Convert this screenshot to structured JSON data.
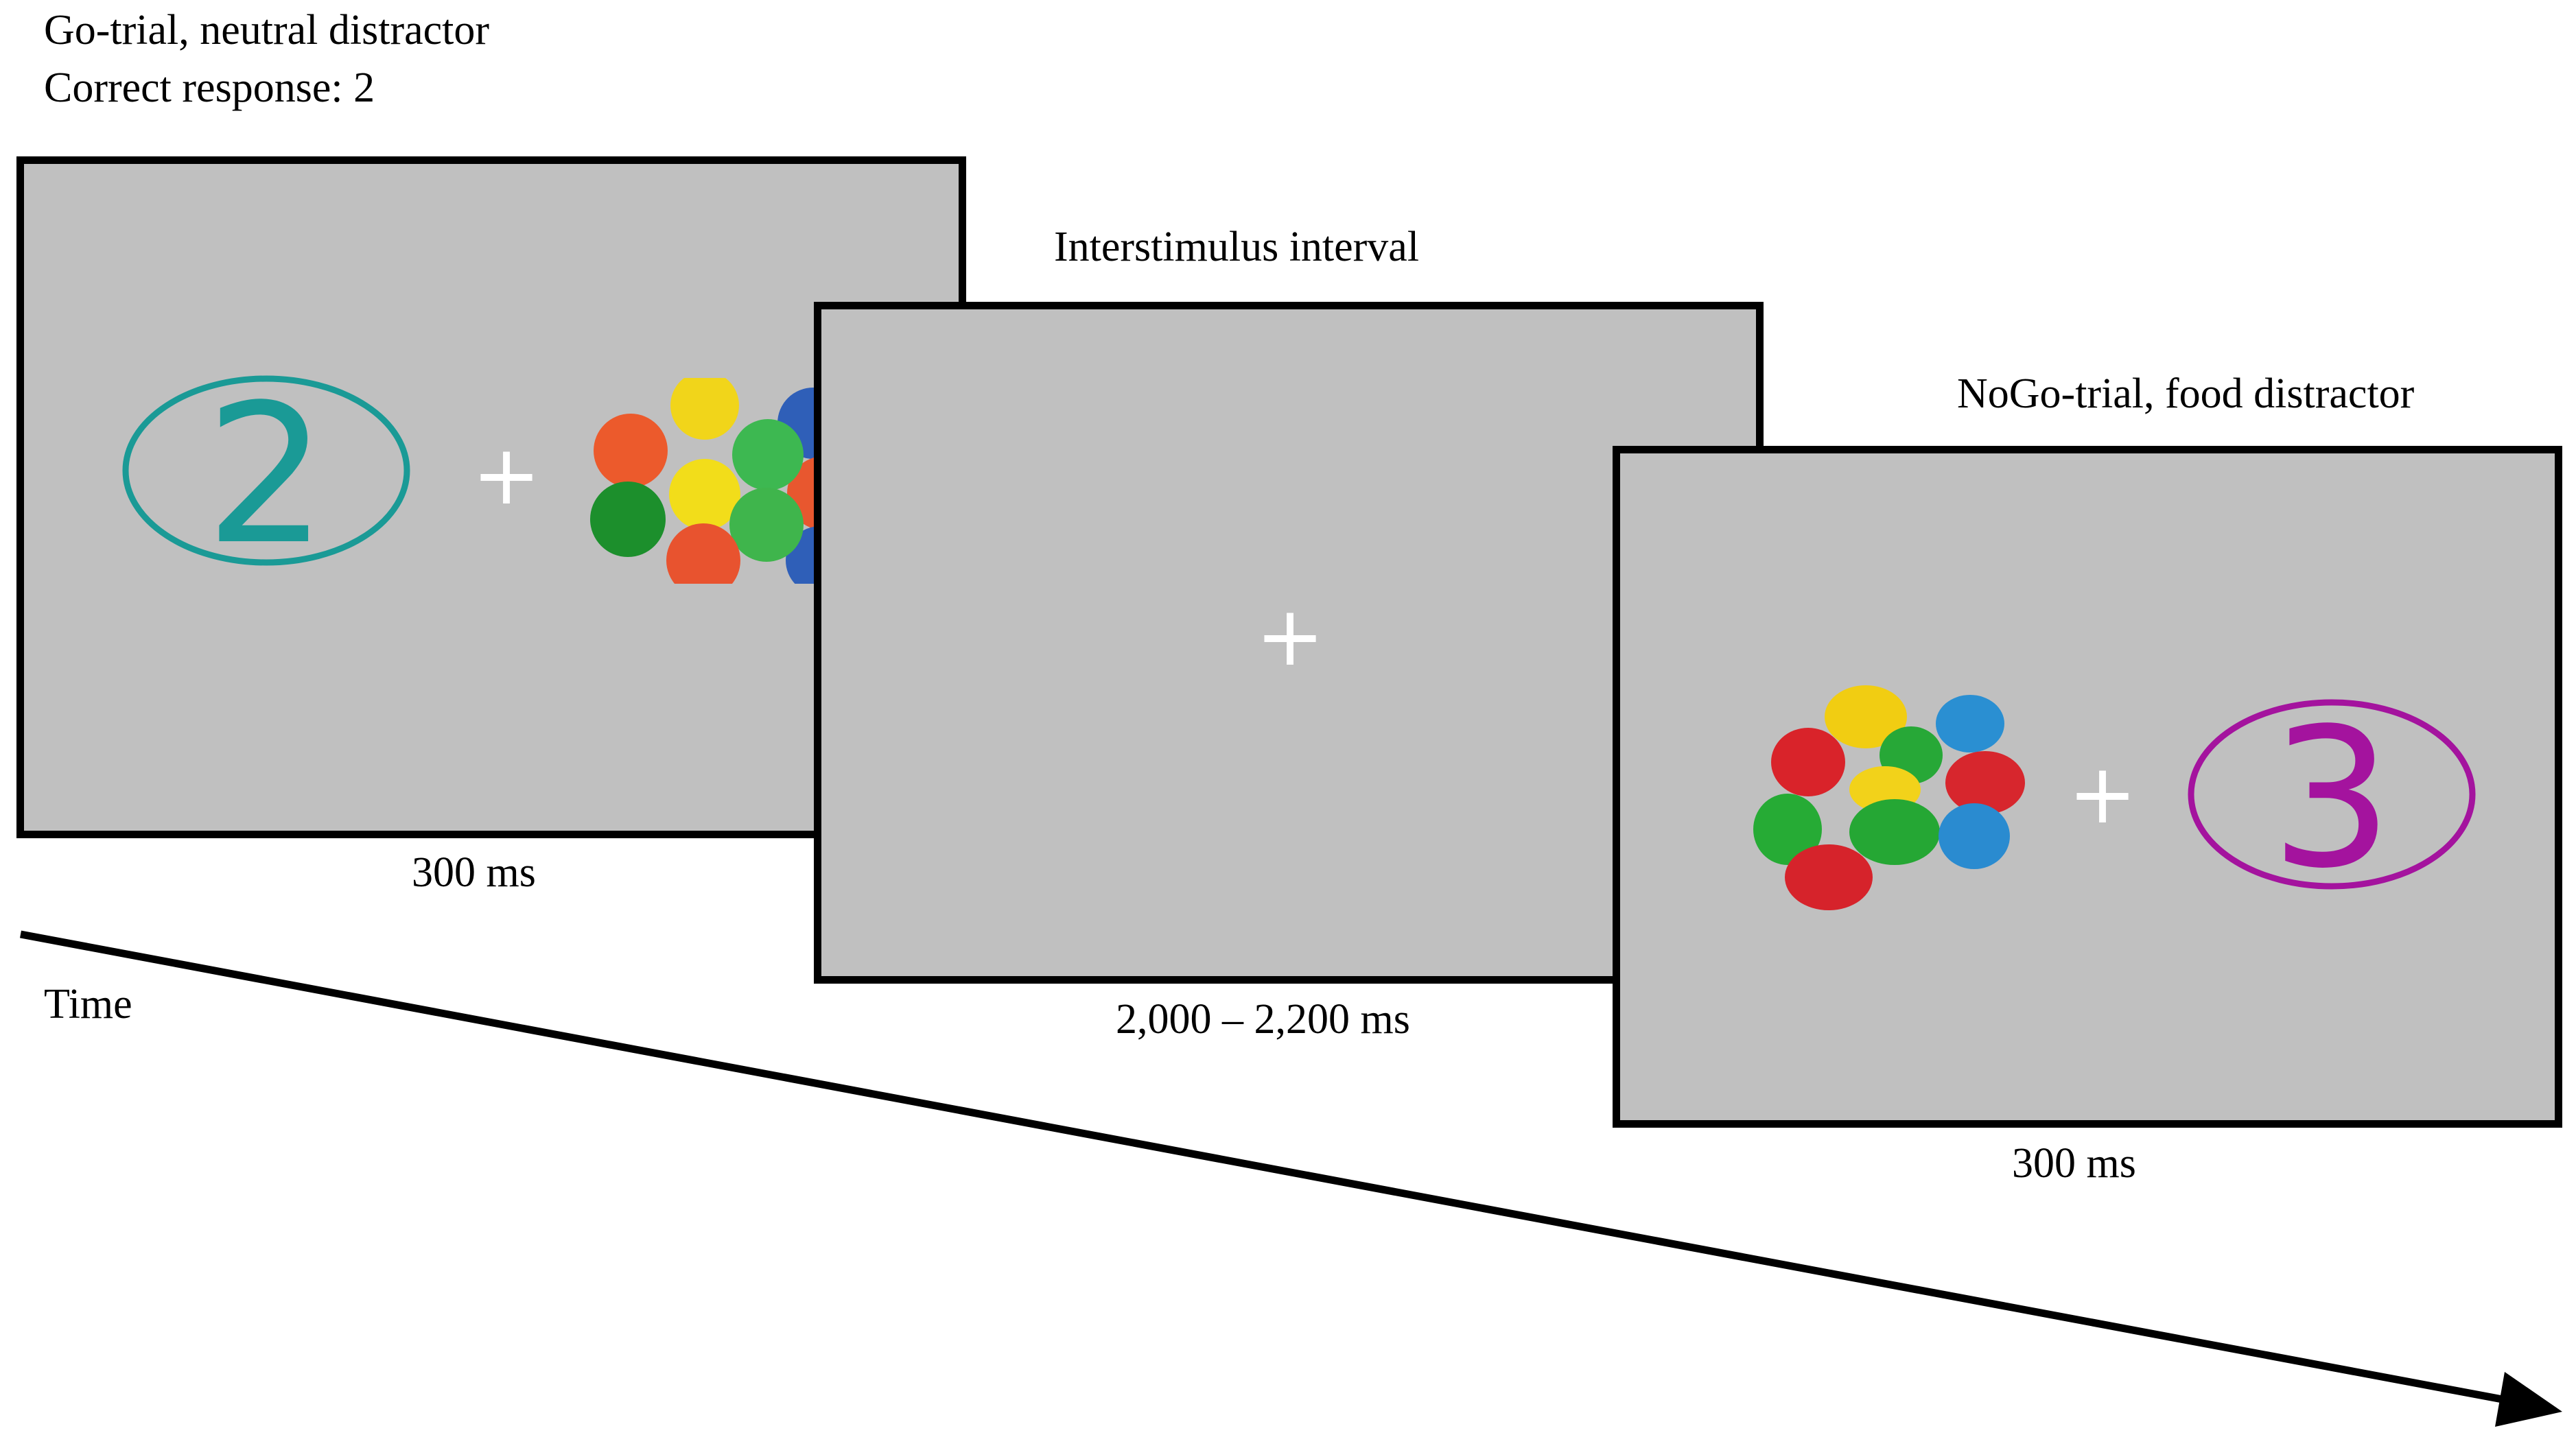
{
  "trial1": {
    "header_line1": "Go-trial, neutral distractor",
    "header_line2": "Correct response: 2",
    "target_digit": "2",
    "target_color": "#1a9a96",
    "fixation": "+",
    "duration": "300 ms",
    "distractor_icon": "colored-chips-icon"
  },
  "isi": {
    "header": "Interstimulus interval",
    "fixation": "+",
    "duration": "2,000 – 2,200 ms"
  },
  "trial2": {
    "header": "NoGo-trial, food distractor",
    "target_digit": "3",
    "target_color": "#a4139e",
    "fixation": "+",
    "duration": "300 ms",
    "distractor_icon": "candy-icon"
  },
  "time_axis": {
    "label": "Time"
  },
  "colors": {
    "screen_bg": "#c0c0c0",
    "border": "#000000",
    "fixation": "#ffffff"
  }
}
